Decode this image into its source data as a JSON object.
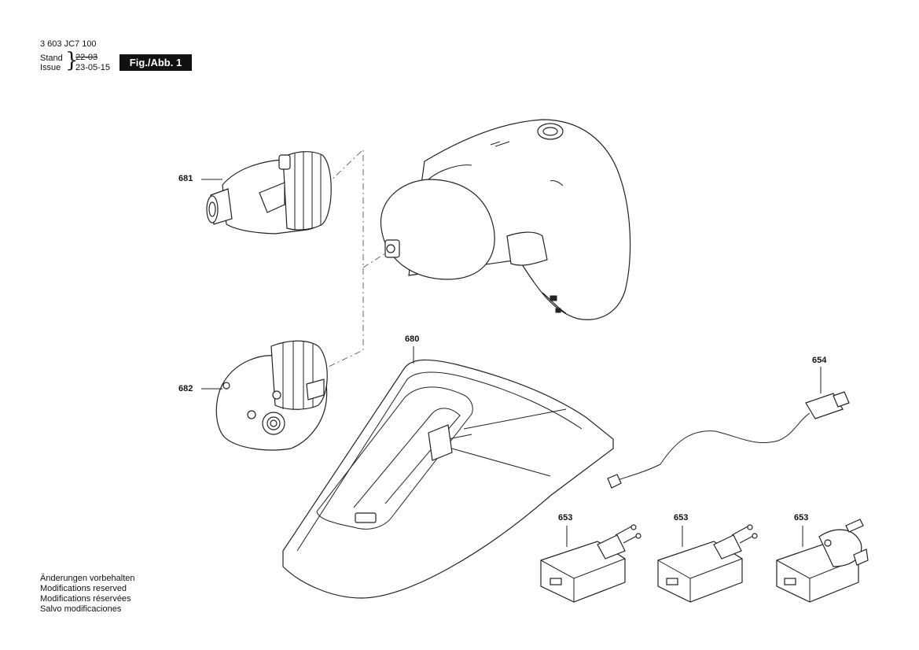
{
  "header": {
    "doc_number": "3 603 JC7 100",
    "stand_label": "Stand",
    "issue_label": "Issue",
    "stand_date": "22-03",
    "issue_date": "23-05-15",
    "figure_badge": "Fig./Abb. 1"
  },
  "callouts": {
    "p681": "681",
    "p682": "682",
    "p680": "680",
    "p654": "654",
    "p653a": "653",
    "p653b": "653",
    "p653c": "653"
  },
  "notes": [
    "Änderungen vorbehalten",
    "Modifications reserved",
    "Modifications réservées",
    "Salvo modificaciones"
  ]
}
